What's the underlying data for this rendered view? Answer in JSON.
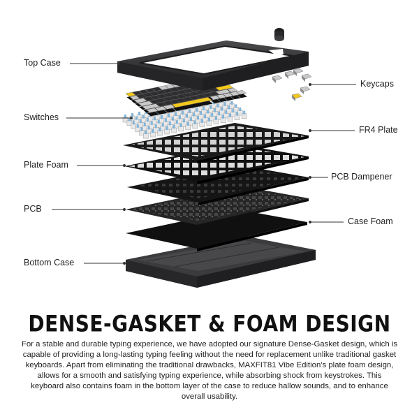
{
  "callouts_left": [
    {
      "id": "top-case",
      "label": "Top Case"
    },
    {
      "id": "switches",
      "label": "Switches"
    },
    {
      "id": "plate-foam",
      "label": "Plate Foam"
    },
    {
      "id": "pcb",
      "label": "PCB"
    },
    {
      "id": "bottom-case",
      "label": "Bottom Case"
    }
  ],
  "callouts_right": [
    {
      "id": "keycaps",
      "label": "Keycaps"
    },
    {
      "id": "fr4-plate",
      "label": "FR4 Plate"
    },
    {
      "id": "pcb-dampener",
      "label": "PCB Dampener"
    },
    {
      "id": "case-foam",
      "label": "Case Foam"
    }
  ],
  "headline": "DENSE-GASKET & FOAM DESIGN",
  "description": "For a stable and durable typing experience, we have adopted our signature Dense-Gasket design, which is capable of providing a long-lasting typing feeling without the need for replacement unlike traditional gasket keyboards. Apart from eliminating the traditional drawbacks, MAXFIT81 Vibe Edition's plate foam design, allows for a smooth and satisfying typing experience, while absorbing shock from keystrokes. This keyboard also contains foam in the bottom layer of the case to reduce hallow sounds, and to enhance overall usability.",
  "colors": {
    "case": "#3a3a3c",
    "case_dark": "#232325",
    "keycap_yellow": "#f2c81c",
    "keycap_gray": "#c9c9c9",
    "keycap_dark": "#2e2e30",
    "switch_blue": "#7fb3d9",
    "plate": "#1b1b1b",
    "foam": "#141414",
    "pcb": "#2b2b2b",
    "leader": "#333333"
  }
}
